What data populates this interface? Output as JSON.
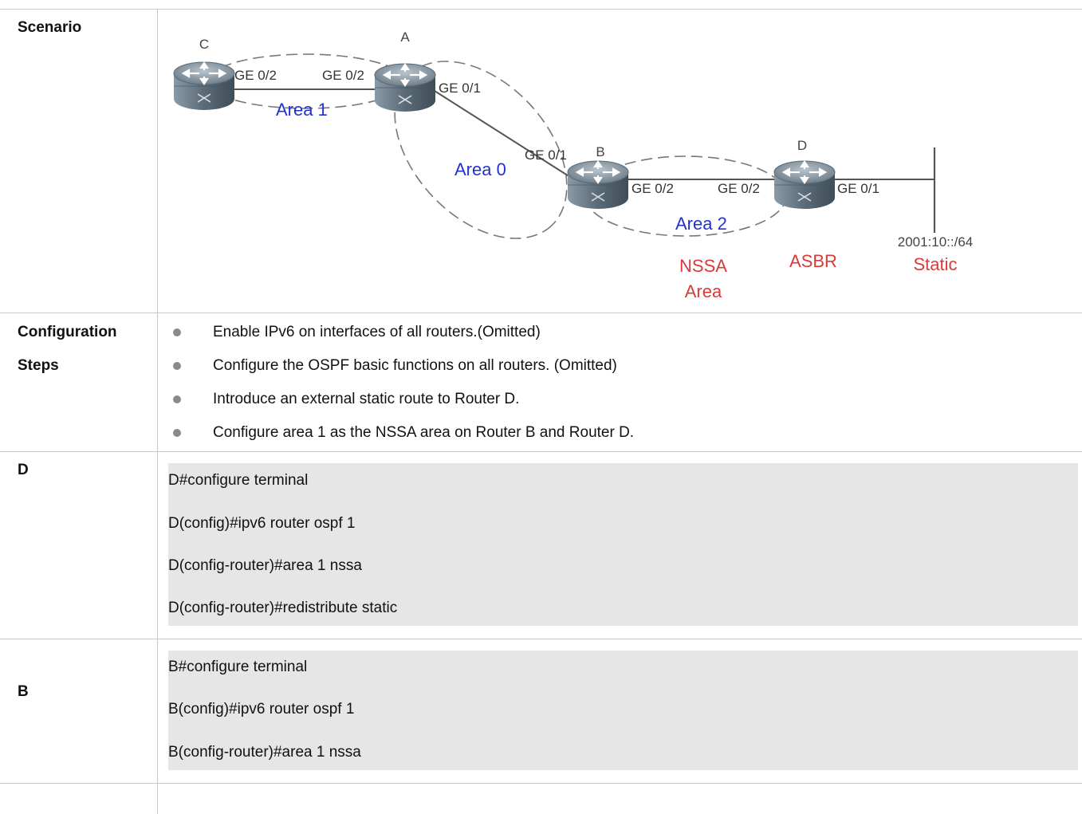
{
  "rows": {
    "scenario": {
      "label": "Scenario"
    },
    "steps": {
      "label_line1": "Configuration",
      "label_line2": "Steps",
      "items": [
        "Enable IPv6 on interfaces of all routers.(Omitted)",
        "Configure the OSPF basic functions on all routers. (Omitted)",
        "Introduce an external static route to Router D.",
        "Configure area 1 as the NSSA area on Router B and Router D."
      ]
    },
    "d": {
      "label": "D",
      "lines": [
        "D#configure terminal",
        "D(config)#ipv6 router ospf 1",
        "D(config-router)#area 1 nssa",
        "D(config-router)#redistribute static"
      ]
    },
    "b": {
      "label": "B",
      "lines": [
        "B#configure terminal",
        "B(config)#ipv6 router ospf 1",
        "B(config-router)#area 1 nssa"
      ]
    }
  },
  "diagram": {
    "routers": {
      "c": "C",
      "a": "A",
      "b": "B",
      "d": "D"
    },
    "ports": {
      "c_ge02": "GE 0/2",
      "a_ge02": "GE 0/2",
      "a_ge01": "GE 0/1",
      "b_ge01": "GE 0/1",
      "b_ge02": "GE 0/2",
      "d_ge02": "GE 0/2",
      "d_ge01": "GE 0/1"
    },
    "areas": {
      "area1": "Area 1",
      "area0": "Area 0",
      "area2": "Area 2"
    },
    "nssa_line1": "NSSA",
    "nssa_line2": "Area",
    "asbr": "ASBR",
    "prefix": "2001:10::/64",
    "static": "Static",
    "colors": {
      "area_text": "#2233cc",
      "red_text": "#d93a3a",
      "router_body": "#556672"
    }
  }
}
